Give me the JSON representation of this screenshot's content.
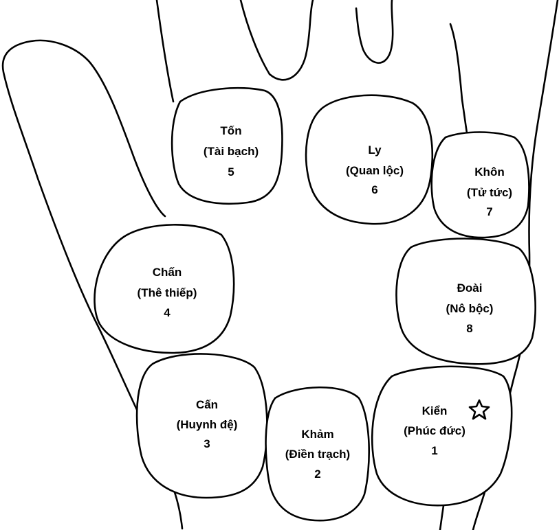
{
  "diagram": {
    "mounts": [
      {
        "id": "kien",
        "name": "Kiển",
        "meaning": "(Phúc đức)",
        "number": "1",
        "marker": "star-icon"
      },
      {
        "id": "kham",
        "name": "Khảm",
        "meaning": "(Điền trạch)",
        "number": "2"
      },
      {
        "id": "can",
        "name": "Cấn",
        "meaning": "(Huynh đệ)",
        "number": "3"
      },
      {
        "id": "chan",
        "name": "Chấn",
        "meaning": "(Thê thiếp)",
        "number": "4"
      },
      {
        "id": "ton",
        "name": "Tốn",
        "meaning": "(Tài bạch)",
        "number": "5"
      },
      {
        "id": "ly",
        "name": "Ly",
        "meaning": "(Quan lộc)",
        "number": "6"
      },
      {
        "id": "khon",
        "name": "Khôn",
        "meaning": "(Tử tức)",
        "number": "7"
      },
      {
        "id": "doai",
        "name": "Đoài",
        "meaning": "(Nô bộc)",
        "number": "8"
      }
    ]
  }
}
